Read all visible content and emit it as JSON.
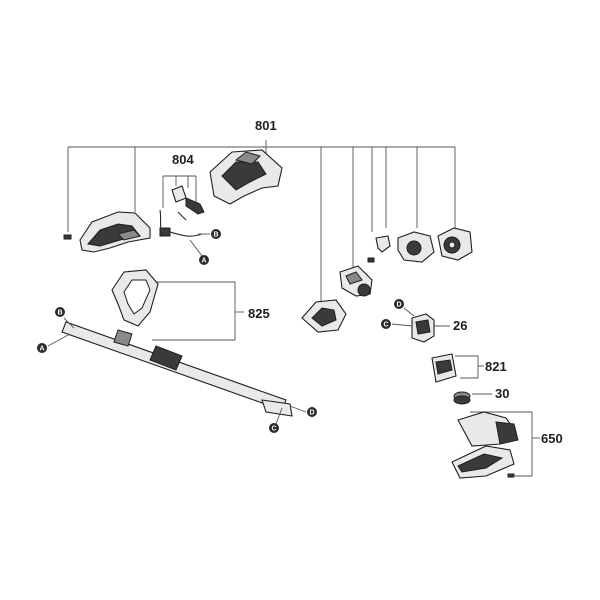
{
  "part_labels": {
    "p801": "801",
    "p804": "804",
    "p825": "825",
    "p26": "26",
    "p821": "821",
    "p30": "30",
    "p650": "650"
  },
  "connector_labels": {
    "a": "A",
    "b": "B",
    "c": "C",
    "d": "D"
  },
  "colors": {
    "outline": "#1f1f1f",
    "leader": "#555555",
    "fill_light": "#e9e9e9",
    "fill_dark": "#3a3a3a"
  }
}
